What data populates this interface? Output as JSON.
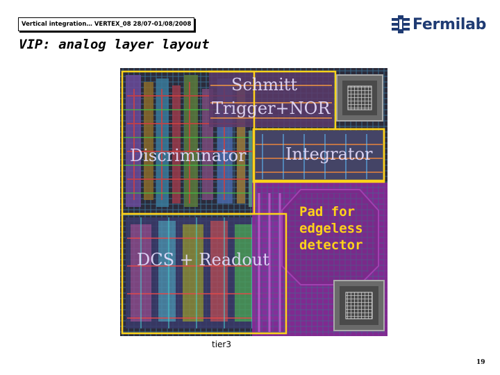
{
  "header": {
    "conference": "Vertical integration… VERTEX_08 28/07-01/08/2008"
  },
  "logo": {
    "name": "Fermilab",
    "icon": "fermilab-logo-icon",
    "color": "#1f3b73"
  },
  "slide": {
    "title": "VIP: analog layer layout"
  },
  "layout": {
    "blocks": {
      "schmitt_line1": "Schmitt",
      "schmitt_line2": "Trigger+NOR",
      "discriminator": "Discriminator",
      "integrator": "Integrator",
      "dcs": "DCS + Readout"
    },
    "pad_label": "Pad for\nedgeless\ndetector",
    "outline_color": "#ffd21a"
  },
  "caption": "tier3",
  "page_number": "19"
}
